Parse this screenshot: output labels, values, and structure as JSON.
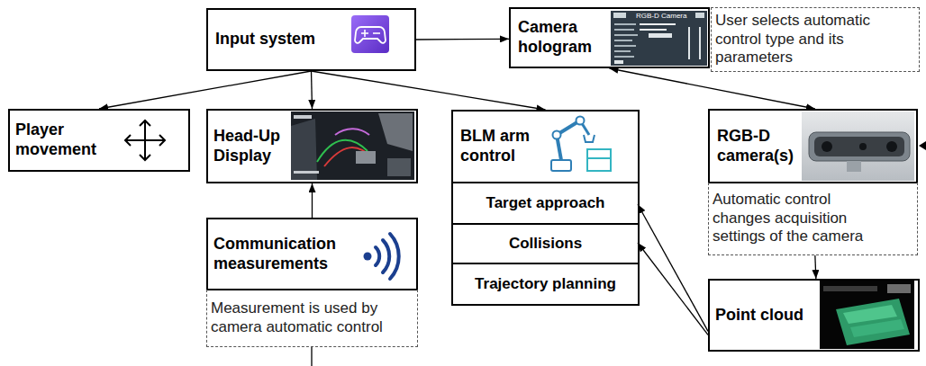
{
  "diagram": {
    "nodes": [
      {
        "text": [
          "Input system"
        ]
      },
      {
        "text": [
          "Camera hologram"
        ]
      },
      {
        "text": [
          "User selects automatic control type and its parameters"
        ]
      },
      {
        "text": [
          "Player movement"
        ]
      },
      {
        "text": [
          "Head-Up Display"
        ]
      },
      {
        "text": [
          "BLM arm control"
        ]
      },
      {
        "text": [
          "Target approach"
        ],
        "in": 5
      },
      {
        "text": [
          "Collisions"
        ],
        "in": 5
      },
      {
        "text": [
          "Trajectory planning"
        ],
        "in": 5
      },
      {
        "text": [
          "RGB-D camera(s)"
        ]
      },
      {
        "text": [
          "Automatic control changes acquisition settings of the camera"
        ]
      },
      {
        "text": [
          "Communication measurements"
        ]
      },
      {
        "text": [
          "Measurement is used by camera automatic control"
        ]
      },
      {
        "text": [
          "Point cloud"
        ]
      }
    ],
    "edges": [
      {
        "from": 0,
        "to": 1,
        "arrow": "to"
      },
      {
        "from": 0,
        "to": 3,
        "arrow": "to"
      },
      {
        "from": 0,
        "to": 4,
        "arrow": "to"
      },
      {
        "from": 0,
        "to": 5,
        "arrow": "to"
      },
      {
        "from": 1,
        "to": 9,
        "arrow": "both"
      },
      {
        "from": 10,
        "to": 13,
        "arrow": "to"
      },
      {
        "from": 13,
        "to": 6,
        "arrow": "to"
      },
      {
        "from": 13,
        "to": 7,
        "arrow": "to"
      },
      {
        "from": 11,
        "to": 4,
        "arrow": "to"
      }
    ],
    "labels": [
      "RGB-D Camera"
    ]
  }
}
